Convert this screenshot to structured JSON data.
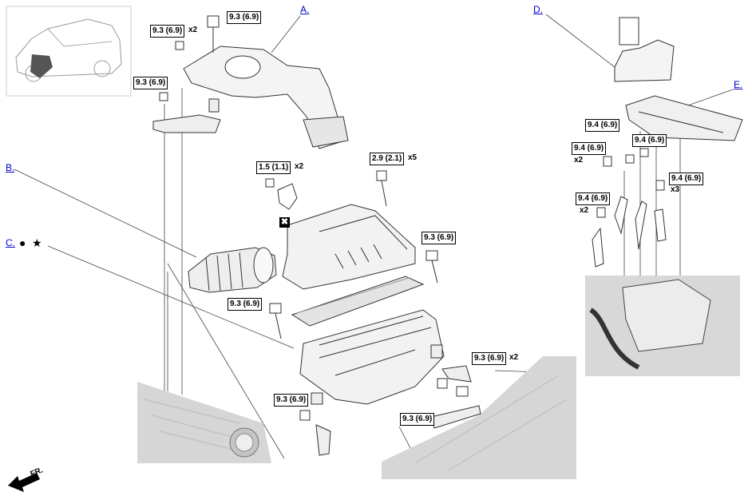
{
  "labels": {
    "a": "A.",
    "b": "B.",
    "c": "C.",
    "d": "D.",
    "e": "E."
  },
  "torques": {
    "t1": "9.3 (6.9)",
    "t2": "9.3 (6.9)",
    "t3": "9.3 (6.9)",
    "t4": "1.5 (1.1)",
    "t5": "2.9 (2.1)",
    "t6": "9.3 (6.9)",
    "t7": "9.3 (6.9)",
    "t8": "9.3 (6.9)",
    "t9": "9.3 (6.9)",
    "t10": "9.3 (6.9)",
    "t11": "9.4 (6.9)",
    "t12": "9.4 (6.9)",
    "t13": "9.4 (6.9)",
    "t14": "9.4 (6.9)",
    "t15": "9.4 (6.9)"
  },
  "quantities": {
    "q1": "x2",
    "q4": "x2",
    "q5": "x5",
    "q9": "x2",
    "q12": "x2",
    "q14": "x3",
    "q15": "x2"
  },
  "front_indicator": "FR.",
  "symbols": {
    "dot": "●",
    "star": "★",
    "replace": "✖"
  }
}
